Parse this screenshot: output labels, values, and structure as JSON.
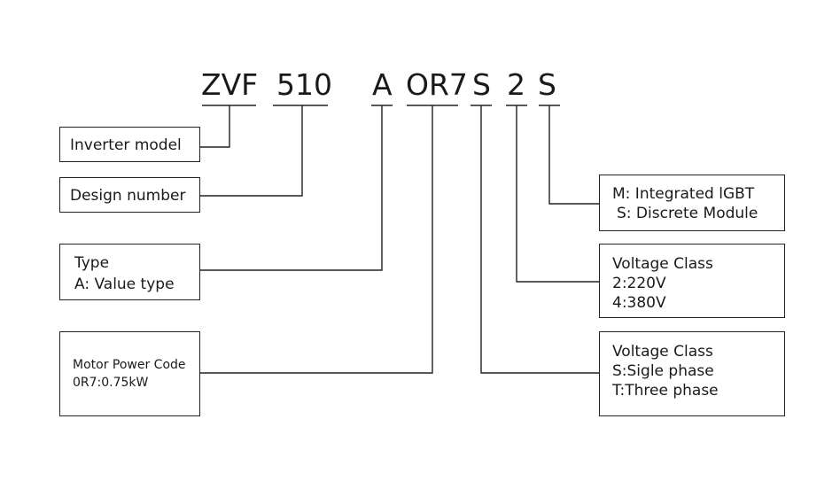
{
  "code_segments": {
    "zvf": "ZVF",
    "design": "510",
    "type": "A",
    "power": "OR7",
    "phase": "S",
    "voltage": "2",
    "module": "S"
  },
  "boxes": {
    "inverter_model": "Inverter model",
    "design_number": "Design number",
    "type": {
      "title": "Type",
      "line1": "A: Value type"
    },
    "motor_power": {
      "title": "Motor Power Code",
      "line1": "0R7:0.75kW"
    },
    "module": {
      "line1": "M: Integrated lGBT",
      "line2": "S: Discrete Module"
    },
    "voltage_class": {
      "title": "Voltage Class",
      "line1": "2:220V",
      "line2": "4:380V"
    },
    "phase_class": {
      "title": "Voltage Class",
      "line1": "S:Sigle phase",
      "line2": "T:Three phase"
    }
  }
}
